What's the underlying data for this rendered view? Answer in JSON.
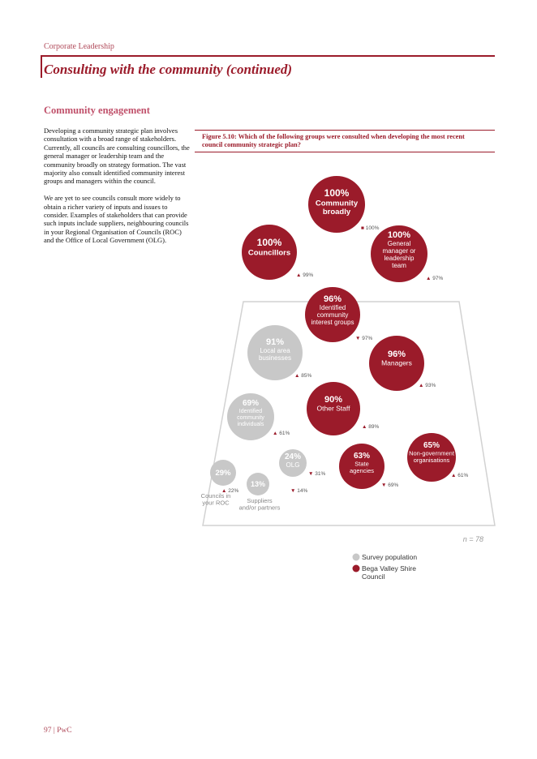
{
  "header": {
    "section": "Corporate Leadership",
    "title": "Consulting with the community (continued)"
  },
  "section_heading": "Community engagement",
  "body": {
    "p1": "Developing a community strategic plan involves consultation with a broad range of stakeholders. Currently, all councils are consulting councillors, the general manager or leadership team and the community broadly on strategy formation. The vast majority also consult identified community interest groups and managers within the council.",
    "p2": "We are yet to see councils consult more widely to obtain a richer variety of inputs and issues to consider. Examples of stakeholders that can provide such inputs include suppliers, neighbouring councils in your Regional Organisation of Councils (ROC) and the Office of Local Government (OLG)."
  },
  "figure": {
    "caption": "Figure 5.10: Which of the following groups were consulted when developing the most recent council community strategic plan?",
    "n_label": "n = 78"
  },
  "colors": {
    "council": "#9b1b2a",
    "survey": "#c8c8c8",
    "accent": "#b04a5a"
  },
  "chart_data": {
    "type": "bubble",
    "legend": [
      "Survey population",
      "Bega Valley Shire Council"
    ],
    "items": [
      {
        "label": "Community broadly",
        "council": "100%",
        "survey": "100%",
        "consulted": true
      },
      {
        "label": "Councillors",
        "council": "100%",
        "survey": "99%",
        "consulted": true
      },
      {
        "label": "General manager or leadership team",
        "council": "100%",
        "survey": "97%",
        "consulted": true
      },
      {
        "label": "Identified community interest groups",
        "council": "96%",
        "survey": "97%",
        "consulted": true
      },
      {
        "label": "Local area businesses",
        "council": "91%",
        "survey": "85%",
        "consulted": false
      },
      {
        "label": "Managers",
        "council": "96%",
        "survey": "93%",
        "consulted": true
      },
      {
        "label": "Identified community individuals",
        "council": "69%",
        "survey": "61%",
        "consulted": false
      },
      {
        "label": "Other Staff",
        "council": "90%",
        "survey": "89%",
        "consulted": true
      },
      {
        "label": "Non-government organisations",
        "council": "65%",
        "survey": "61%",
        "consulted": true
      },
      {
        "label": "OLG",
        "council": "24%",
        "survey": "31%",
        "consulted": false
      },
      {
        "label": "State agencies",
        "council": "63%",
        "survey": "69%",
        "consulted": true
      },
      {
        "label": "Councils in your ROC",
        "council": "29%",
        "survey": "22%",
        "consulted": false
      },
      {
        "label": "Suppliers and/or partners",
        "council": "13%",
        "survey": "14%",
        "consulted": false
      }
    ]
  },
  "footer": {
    "page": "97 | PwC"
  }
}
